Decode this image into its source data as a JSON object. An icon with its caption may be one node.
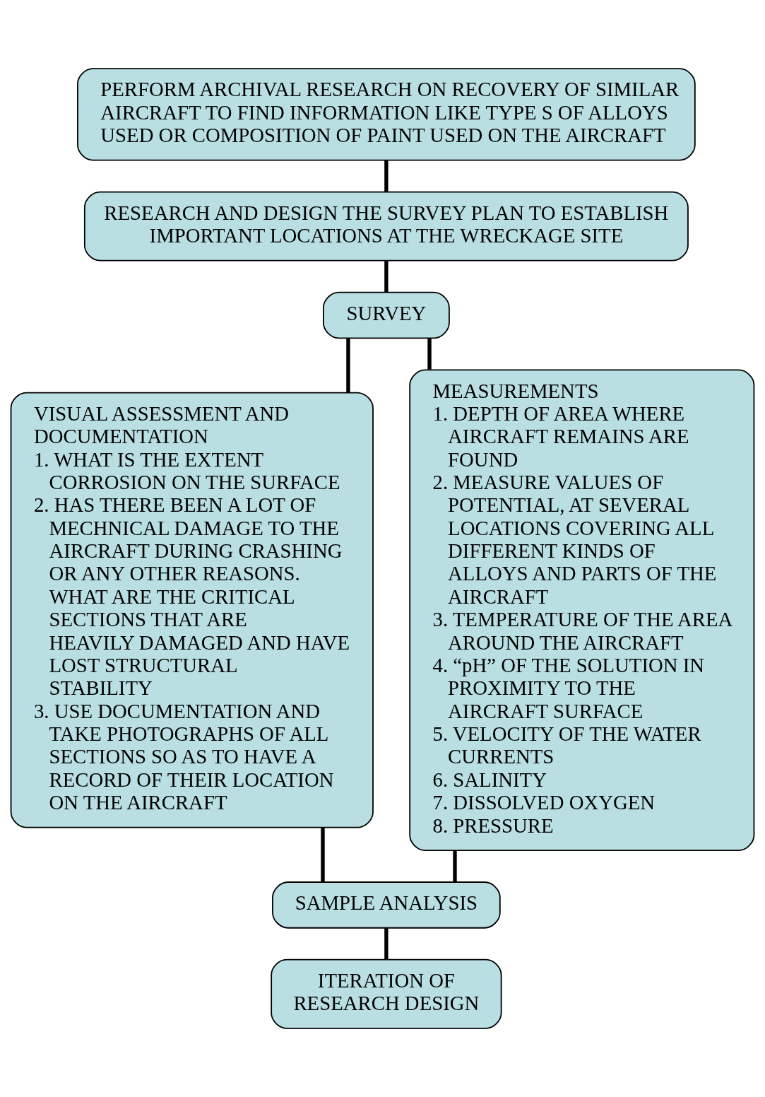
{
  "diagram": {
    "nodes": [
      {
        "text": [
          "PERFORM ARCHIVAL RESEARCH ON RECOVERY OF SIMILAR AIRCRAFT TO FIND INFORMATION LIKE TYPE S OF ALLOYS USED OR COMPOSITION OF PAINT USED ON THE AIRCRAFT"
        ]
      },
      {
        "text": [
          "RESEARCH AND DESIGN THE SURVEY PLAN TO ESTABLISH IMPORTANT LOCATIONS AT THE WRECKAGE SITE"
        ]
      },
      {
        "text": [
          "SURVEY"
        ]
      },
      {
        "text": [
          "VISUAL ASSESSMENT AND DOCUMENTATION",
          "1. WHAT IS THE EXTENT CORROSION ON THE SURFACE",
          "2. HAS THERE BEEN A LOT OF MECHNICAL DAMAGE TO THE AIRCRAFT DURING CRASHING OR ANY OTHER REASONS. WHAT ARE THE CRITICAL SECTIONS THAT ARE HEAVILY DAMAGED AND HAVE LOST STRUCTURAL STABILITY",
          "3. USE DOCUMENTATION AND TAKE PHOTOGRAPHS OF ALL SECTIONS SO AS TO HAVE A RECORD OF THEIR LOCATION ON THE AIRCRAFT"
        ]
      },
      {
        "text": [
          "MEASUREMENTS",
          "1. DEPTH OF AREA WHERE AIRCRAFT REMAINS ARE FOUND",
          "2. MEASURE VALUES OF POTENTIAL, AT SEVERAL LOCATIONS COVERING ALL DIFFERENT KINDS OF ALLOYS AND PARTS OF THE AIRCRAFT",
          "3. TEMPERATURE OF THE AREA AROUND THE AIRCRAFT",
          "4. “pH” OF THE SOLUTION IN PROXIMITY TO THE AIRCRAFT SURFACE",
          "5. VELOCITY OF THE WATER CURRENTS",
          "6. SALINITY",
          "7. DISSOLVED OXYGEN",
          "8. PRESSURE"
        ]
      },
      {
        "text": [
          "SAMPLE ANALYSIS"
        ]
      },
      {
        "text": [
          "ITERATION OF RESEARCH DESIGN"
        ]
      }
    ],
    "edges": [
      {
        "from": 0,
        "to": 1,
        "arrow": "none"
      },
      {
        "from": 1,
        "to": 2,
        "arrow": "none"
      },
      {
        "from": 2,
        "to": 3,
        "arrow": "none"
      },
      {
        "from": 2,
        "to": 4,
        "arrow": "none"
      },
      {
        "from": 3,
        "to": 5,
        "arrow": "none"
      },
      {
        "from": 4,
        "to": 5,
        "arrow": "none"
      },
      {
        "from": 5,
        "to": 6,
        "arrow": "none"
      }
    ]
  }
}
